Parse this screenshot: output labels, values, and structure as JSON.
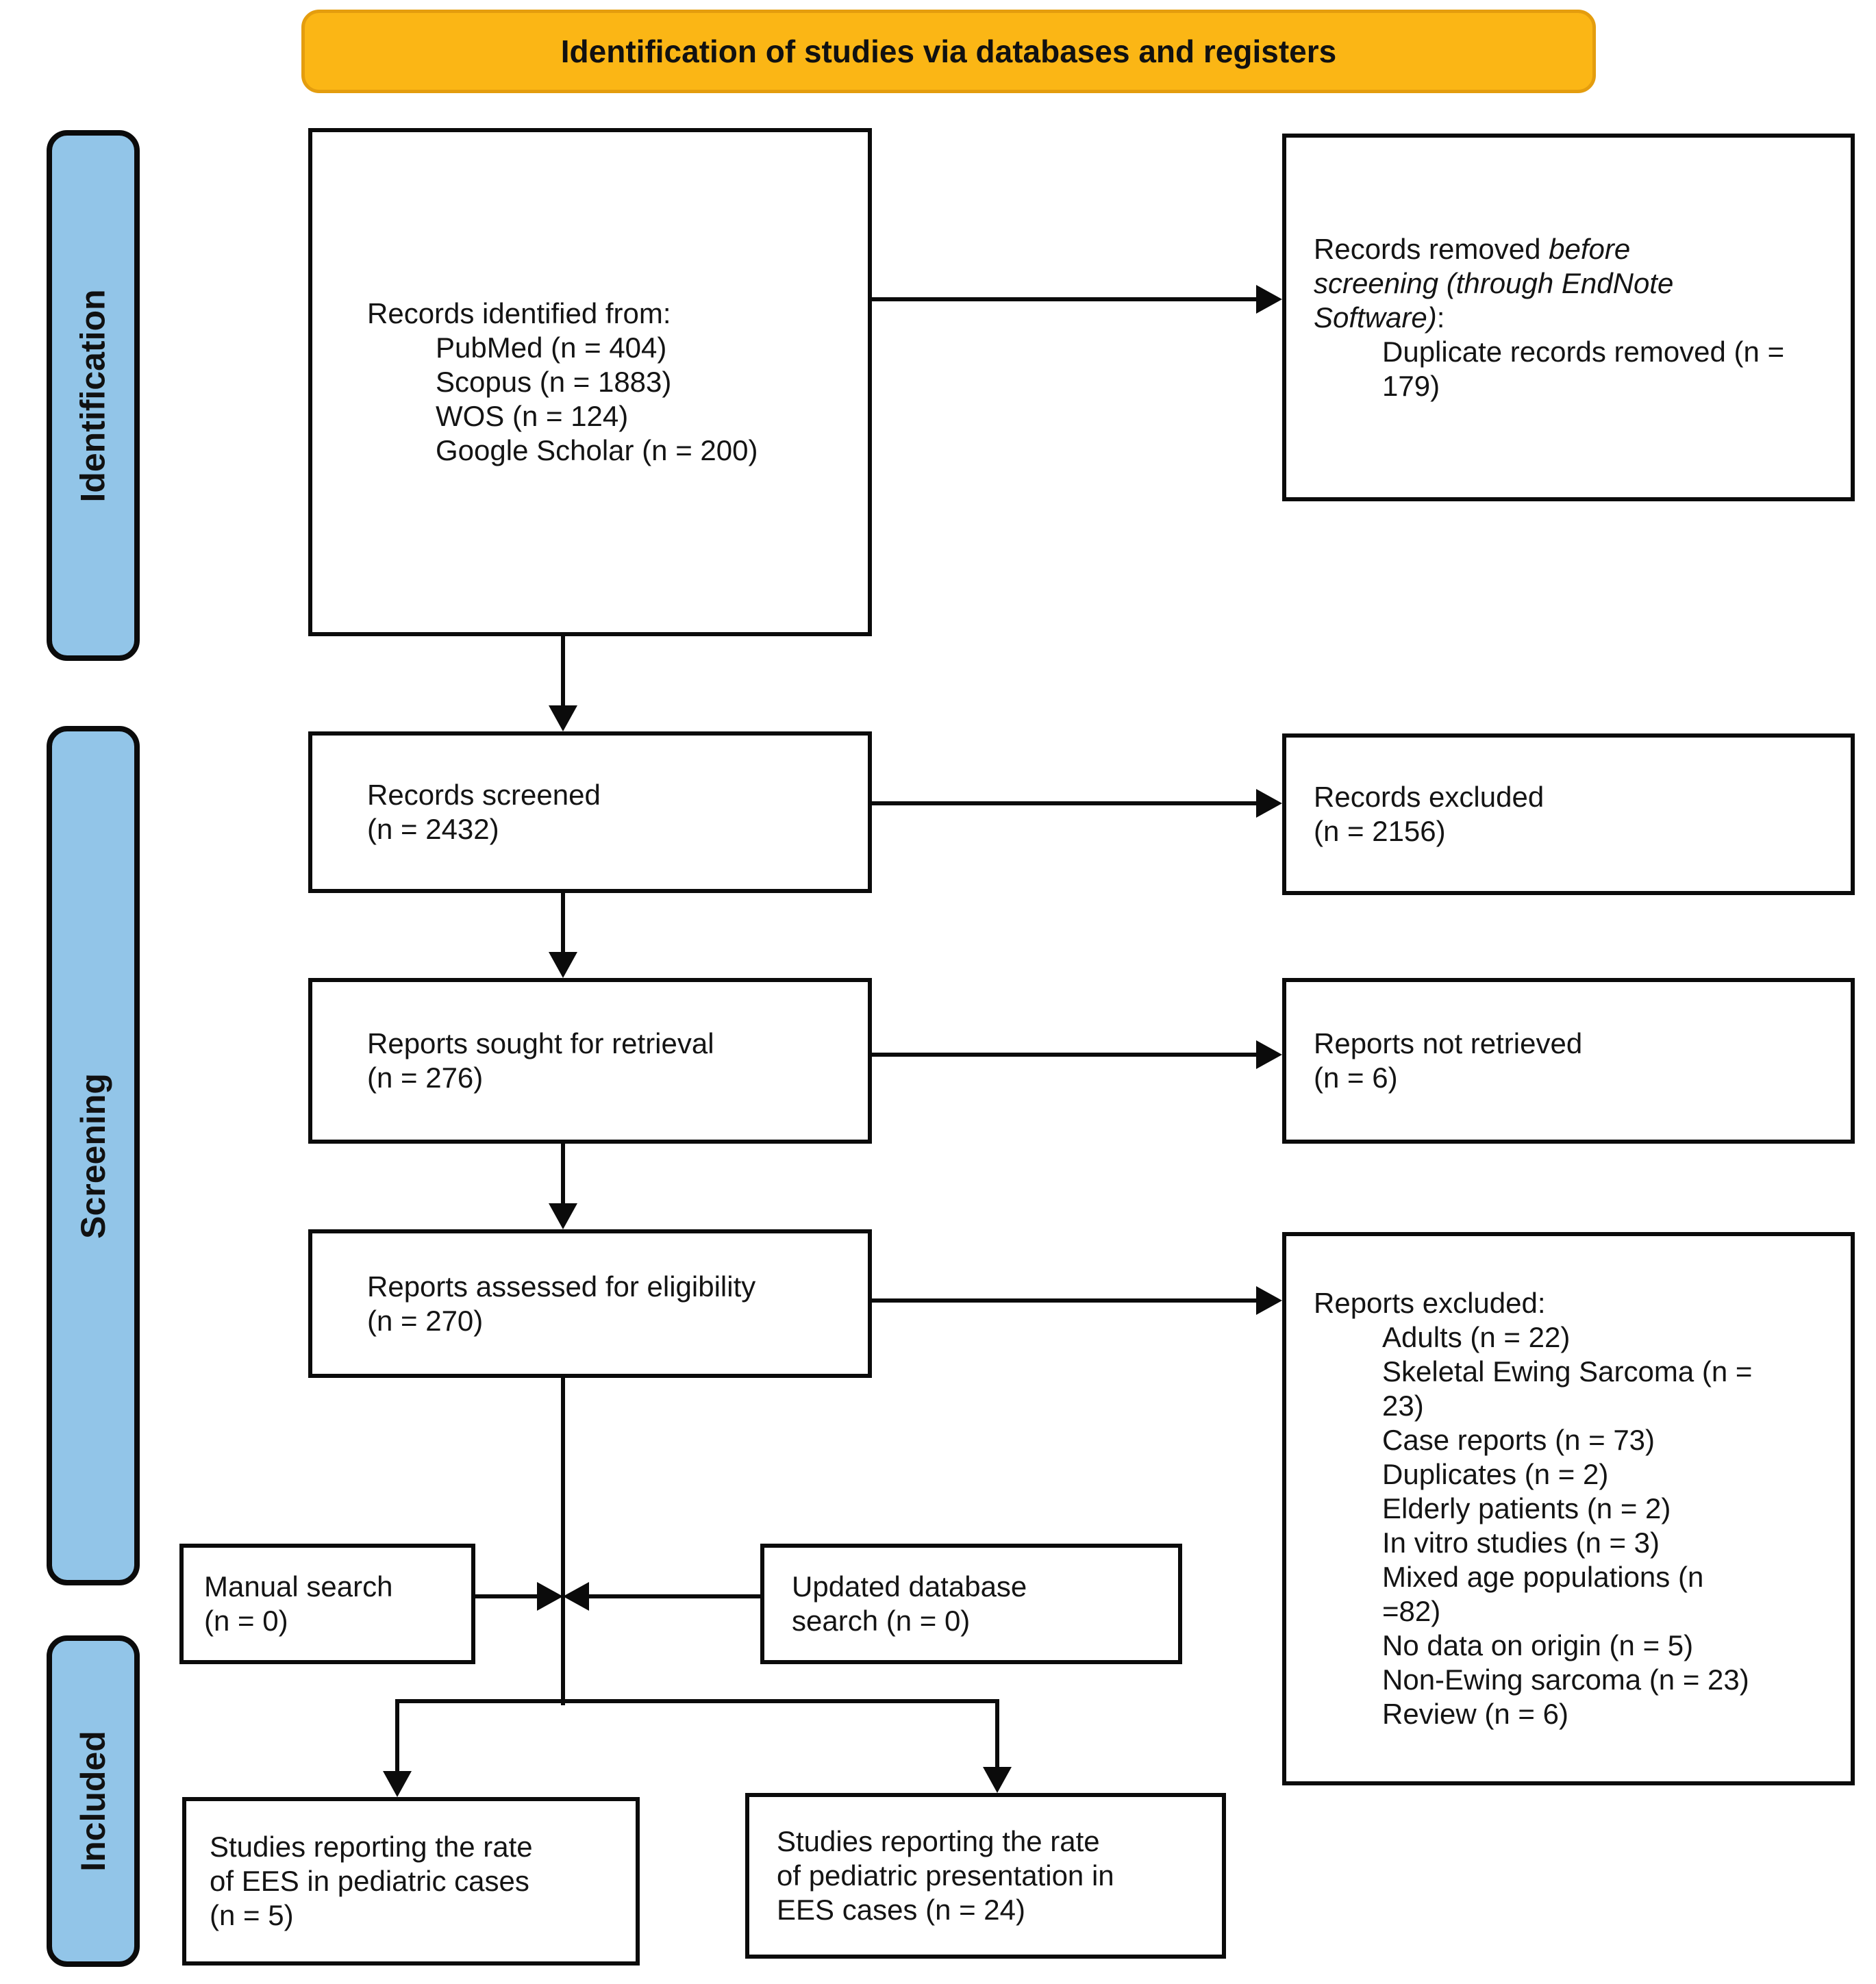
{
  "banner": {
    "title": "Identification of studies via databases and registers",
    "fill_color": "#FBB615",
    "border_color": "#E49D0E"
  },
  "stages": {
    "identification": "Identification",
    "screening": "Screening",
    "included": "Included",
    "fill_color": "#92C5E8"
  },
  "boxes": {
    "records_identified": {
      "intro": "Records identified from:",
      "items": [
        "PubMed (n = 404)",
        "Scopus (n = 1883)",
        "WOS (n = 124)",
        "Google Scholar (n = 200)"
      ]
    },
    "records_removed": {
      "prefix": "Records removed ",
      "italic": "before screening (through EndNote Software)",
      "suffix": ":",
      "items": [
        "Duplicate records removed (n = 179)"
      ]
    },
    "records_screened": {
      "lines": [
        "Records screened",
        "(n = 2432)"
      ]
    },
    "records_excluded": {
      "lines": [
        "Records excluded",
        "(n = 2156)"
      ]
    },
    "reports_sought": {
      "lines": [
        "Reports sought for retrieval",
        "(n = 276)"
      ]
    },
    "reports_not_retrieved": {
      "lines": [
        "Reports not retrieved",
        "(n = 6)"
      ]
    },
    "reports_assessed": {
      "lines": [
        "Reports assessed for eligibility",
        "(n = 270)"
      ]
    },
    "reports_excluded": {
      "intro": "Reports excluded:",
      "items": [
        "Adults (n = 22)",
        "Skeletal Ewing Sarcoma (n = 23)",
        "Case reports (n = 73)",
        "Duplicates (n = 2)",
        "Elderly patients (n = 2)",
        "In vitro studies (n = 3)",
        "Mixed age populations (n =82)",
        "No data on origin (n = 5)",
        "Non-Ewing sarcoma (n = 23)",
        "Review (n = 6)"
      ]
    },
    "manual_search": {
      "lines": [
        "Manual search",
        "(n = 0)"
      ]
    },
    "updated_search": {
      "lines": [
        "Updated database",
        "search (n = 0)"
      ]
    },
    "included_rate_ees": {
      "lines": [
        "Studies reporting the rate",
        "of EES in pediatric cases",
        "(n = 5)"
      ]
    },
    "included_rate_pediatric": {
      "lines": [
        "Studies reporting the rate",
        "of pediatric presentation in",
        "EES cases (n = 24)"
      ]
    }
  }
}
